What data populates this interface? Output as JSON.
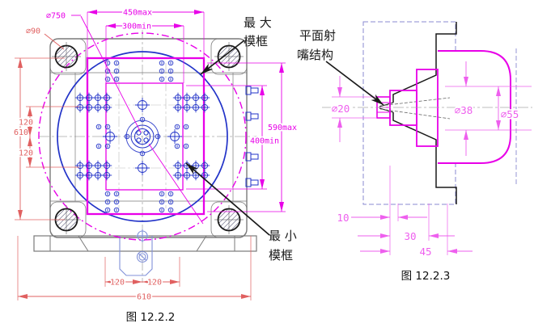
{
  "figures": {
    "left": {
      "caption": "图 12.2.2",
      "label_max_frame": {
        "line1": "最 大",
        "line2": "模框"
      },
      "label_min_frame": {
        "line1": "最 小",
        "line2": "模框"
      },
      "dim_width_max": "450max",
      "dim_width_min": "300min",
      "dim_circle_max": "∅750",
      "dim_tiebar": "∅90",
      "dim_height_left": "610",
      "dim_off_top": "120",
      "dim_off_bottom": "120",
      "dim_height_max": "590max",
      "dim_height_min": "400min",
      "dim_eject_left": "120",
      "dim_eject_right": "120",
      "dim_width_bottom": "610"
    },
    "right": {
      "caption": "图 12.2.3",
      "label_nozzle": {
        "line1": "平面射",
        "line2": "嘴结构"
      },
      "dim_tip": "∅20",
      "dim_mid": "∅38",
      "dim_outer": "∅55",
      "dim_len10": "10",
      "dim_len30": "30",
      "dim_len45": "45"
    }
  },
  "colors": {
    "magenta": "#e800e8",
    "pink": "#ee5fee",
    "red": "#e06060",
    "blue": "#2233c8",
    "lightblue": "#8090d8",
    "hatch": "#8a8ad0",
    "gray": "#7a7a7a",
    "black": "#1a1a1a"
  }
}
